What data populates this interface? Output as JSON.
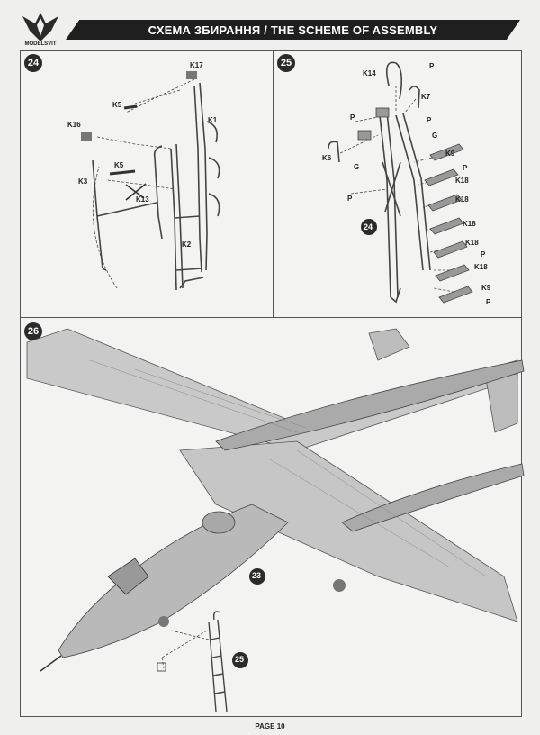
{
  "header": {
    "title": "СХЕМА ЗБИРАННЯ / THE SCHEME OF ASSEMBLY"
  },
  "logo": {
    "text": "MODELSVIT"
  },
  "steps": {
    "s24": {
      "number": "24",
      "labels": {
        "k17": "K17",
        "k5a": "K5",
        "k1": "K1",
        "k16": "K16",
        "k5b": "K5",
        "k3": "K3",
        "k13": "K13",
        "k2": "K2"
      }
    },
    "s25": {
      "number": "25",
      "inner_ref": "24",
      "labels": {
        "k14": "K14",
        "p1": "P",
        "k7": "K7",
        "p2": "P",
        "p3": "P",
        "k6": "K6",
        "g1": "G",
        "g2": "G",
        "p4": "P",
        "k9a": "K9",
        "p5": "P",
        "k18a": "K18",
        "k18b": "K18",
        "k18c": "K18",
        "k18d": "K18",
        "k18e": "K18",
        "p6": "P",
        "k9b": "K9",
        "p7": "P"
      }
    },
    "s26": {
      "number": "26",
      "ref23": "23",
      "ref25": "25"
    }
  },
  "footer": {
    "page": "PAGE 10"
  }
}
